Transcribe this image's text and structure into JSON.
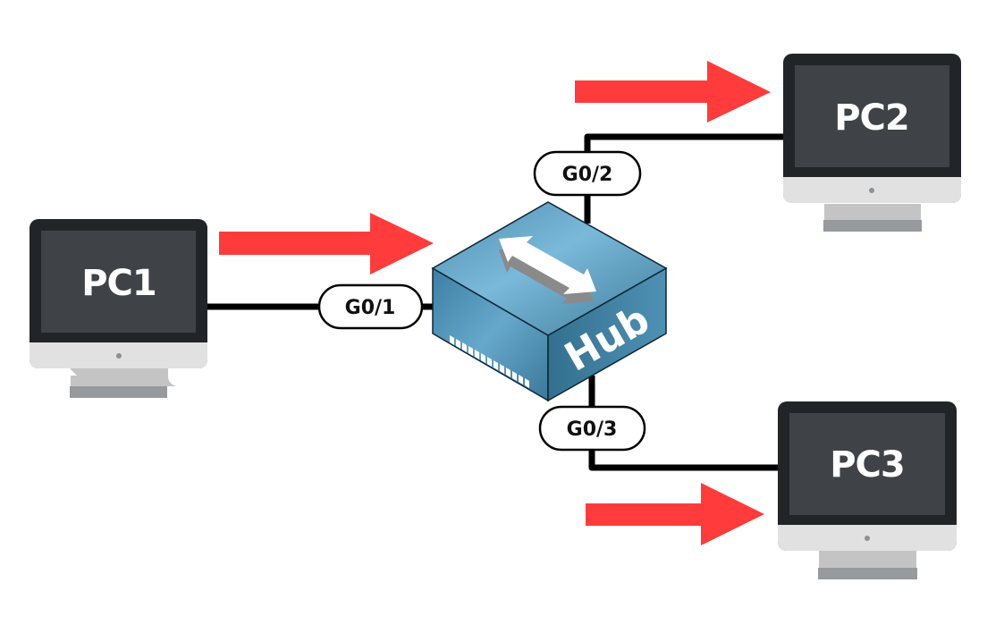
{
  "diagram": {
    "title": "Hub flooding frame out all ports",
    "colors": {
      "arrow": "#ff3b3b",
      "cable": "#000000",
      "monitor_bezel": "#222528",
      "monitor_screen": "#3f4347",
      "monitor_chin": "#e1e1e1",
      "stand": "#c4c4c4",
      "stand_base": "#979a9c",
      "hub_top": "#5f9fc0",
      "hub_side": "#3e7ea0"
    },
    "devices": {
      "pc1": {
        "label": "PC1"
      },
      "pc2": {
        "label": "PC2"
      },
      "pc3": {
        "label": "PC3"
      },
      "hub": {
        "label": "Hub",
        "icon": "bidirectional-arrow-icon"
      }
    },
    "ports": {
      "g01": {
        "label": "G0/1",
        "connects": "PC1"
      },
      "g02": {
        "label": "G0/2",
        "connects": "PC2"
      },
      "g03": {
        "label": "G0/3",
        "connects": "PC3"
      }
    },
    "arrows": [
      {
        "name": "frame-in-from-pc1",
        "direction": "right"
      },
      {
        "name": "frame-out-to-pc2",
        "direction": "right"
      },
      {
        "name": "frame-out-to-pc3",
        "direction": "right"
      }
    ]
  }
}
